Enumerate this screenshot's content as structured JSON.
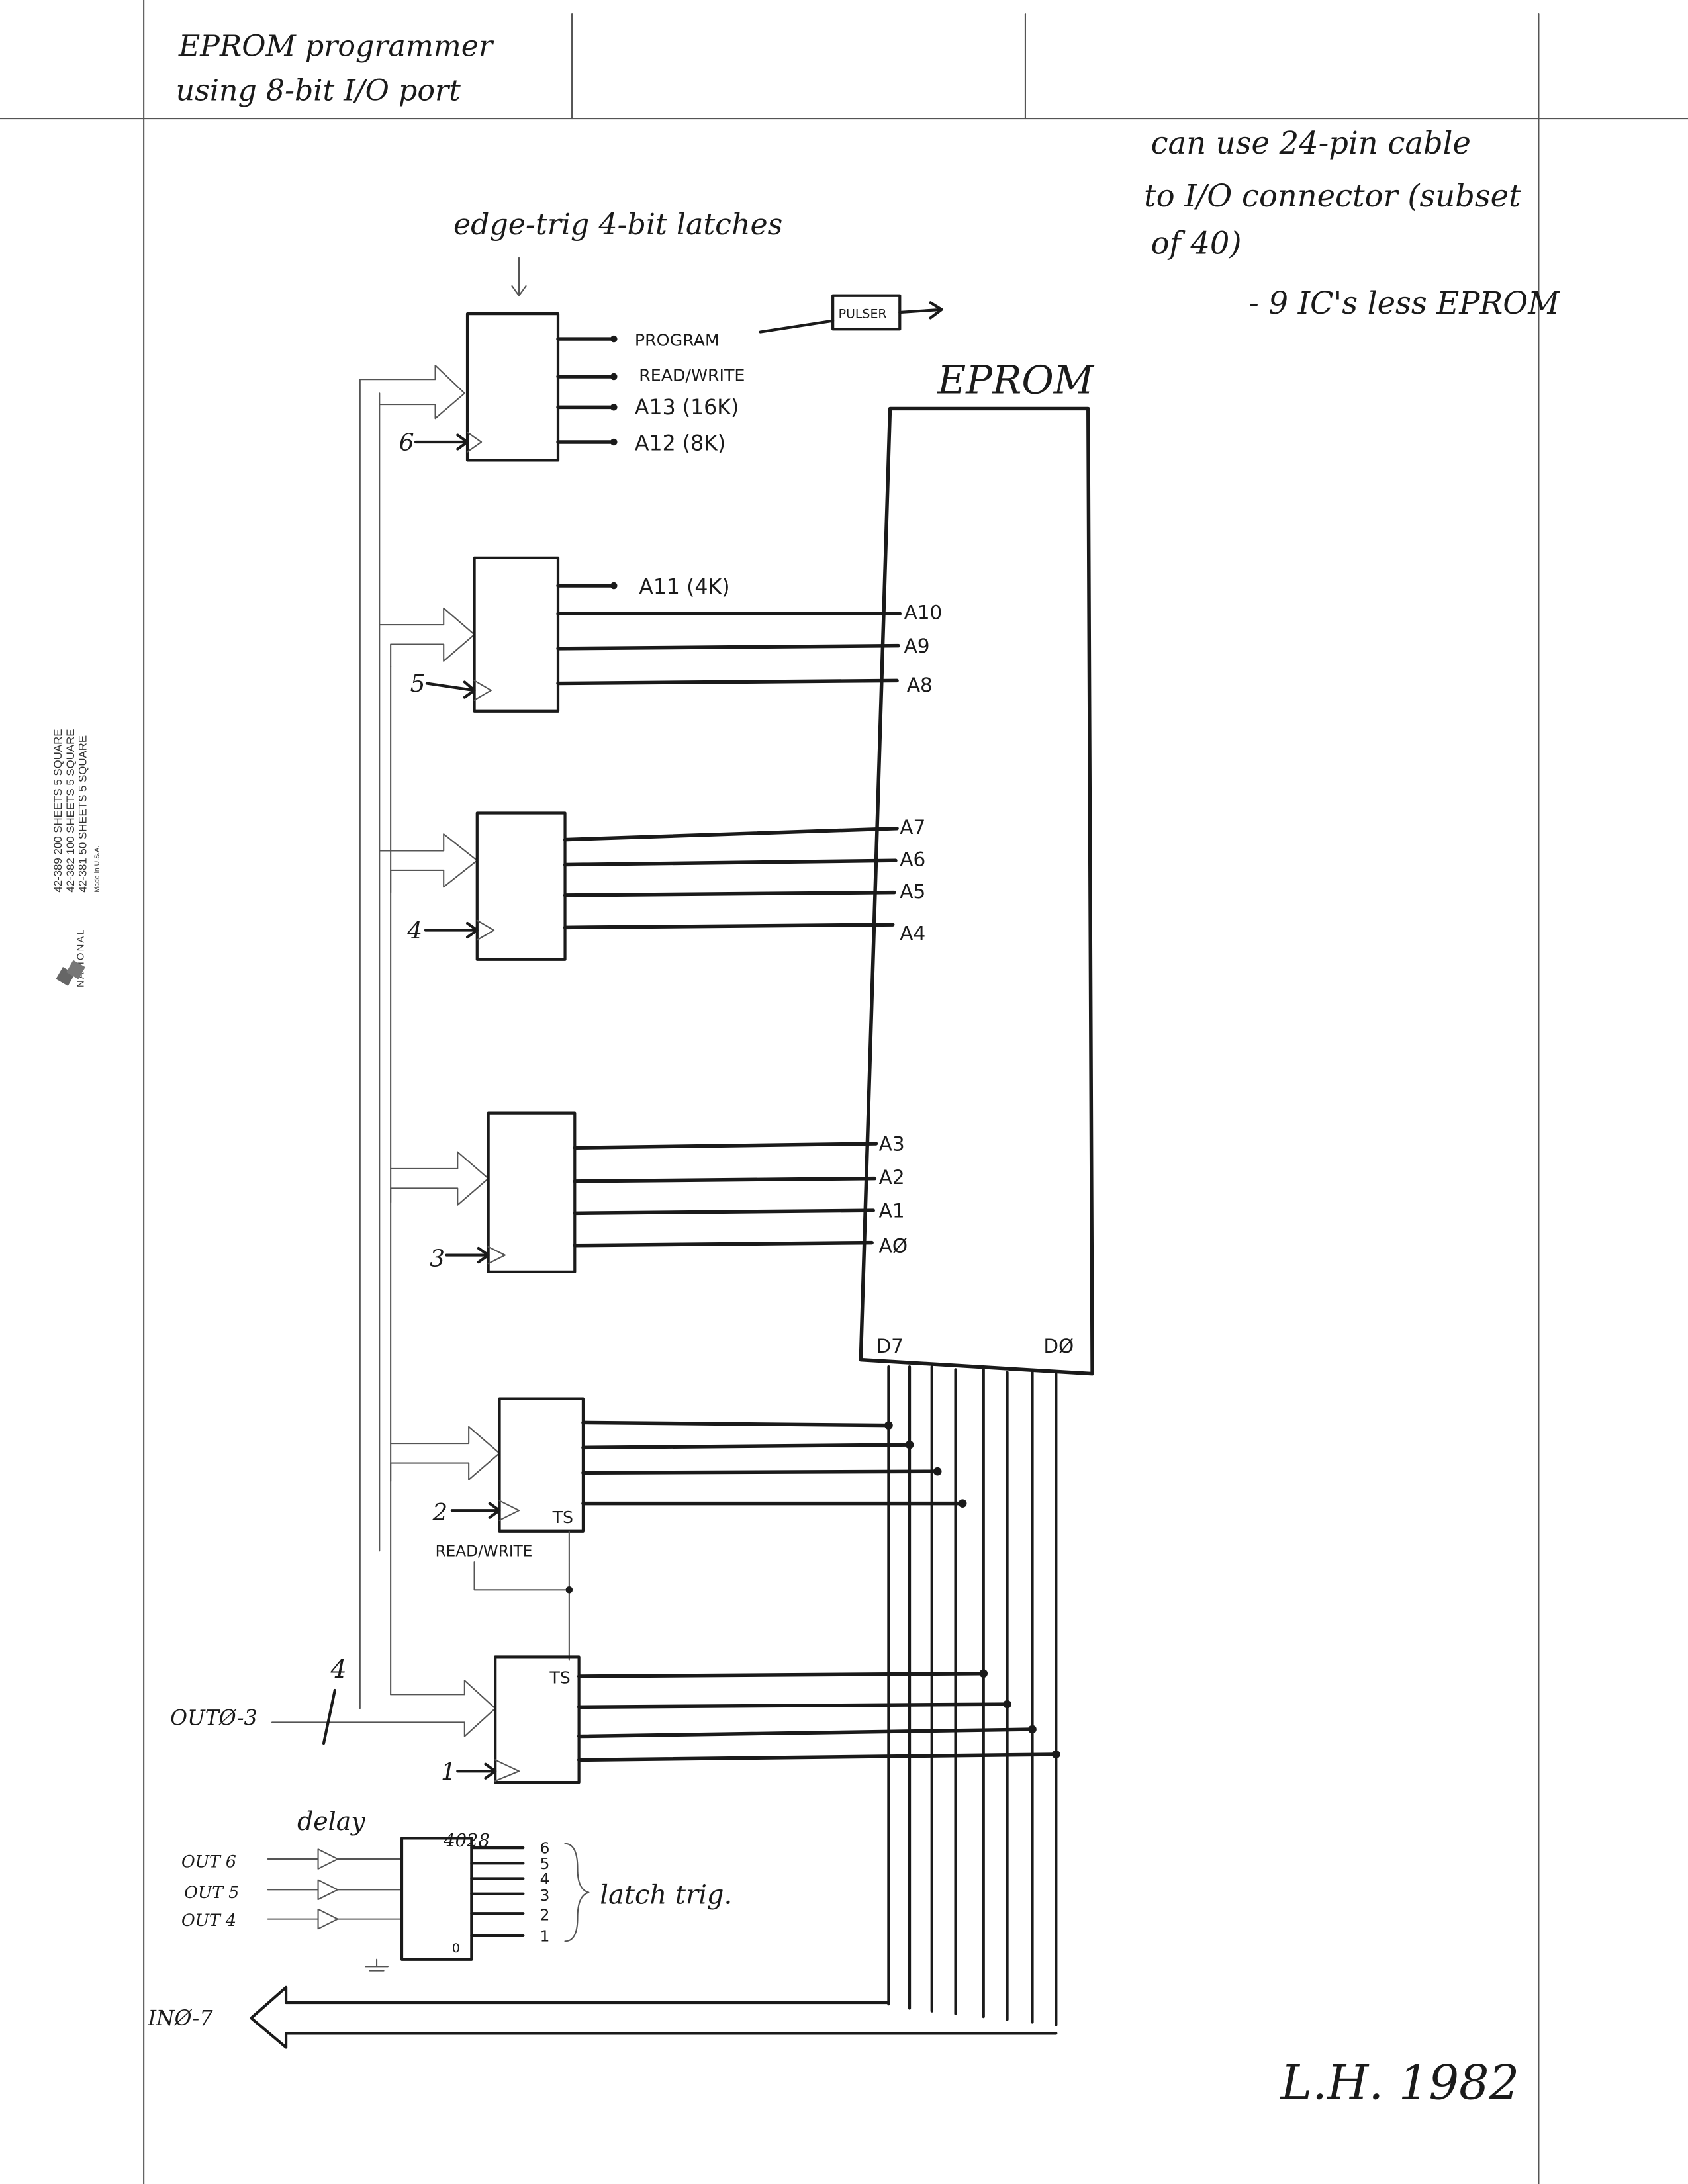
{
  "header": {
    "title_line1": "EPROM programmer",
    "title_line2": "using 8-bit I/O port"
  },
  "notes": {
    "line1": "can use 24-pin cable",
    "line2": "to I/O connector (subset",
    "line3": "of 40)",
    "line4": "- 9 IC's less EPROM"
  },
  "latch_caption": "edge-trig 4-bit latches",
  "latch1_outputs": [
    "PROGRAM",
    "READ/WRITE",
    "A13 (16K)",
    "A12 (8K)"
  ],
  "pulser": "PULSER",
  "eprom": {
    "label": "EPROM",
    "pins": [
      "A10",
      "A9",
      "A8",
      "A7",
      "A6",
      "A5",
      "A4",
      "A3",
      "A2",
      "A1",
      "AØ"
    ],
    "d7": "D7",
    "d0": "DØ"
  },
  "a11_label": "A11 (4K)",
  "clock_inputs": [
    "6",
    "5",
    "4",
    "3",
    "2",
    "1"
  ],
  "ts_label": "TS",
  "read_write": "READ/WRITE",
  "out_bus": {
    "label": "OUTØ-3",
    "width": "4"
  },
  "decoder": {
    "delay": "delay",
    "chip": "4028",
    "inputs": [
      "OUT 6",
      "OUT 5",
      "OUT 4"
    ],
    "outputs": [
      "6",
      "5",
      "4",
      "3",
      "2",
      "1"
    ],
    "zero": "0",
    "caption": "latch trig."
  },
  "in_bus": "INØ-7",
  "signature": "L.H. 1982",
  "paper_imprint": {
    "lines": [
      "42-381   50 SHEETS 5 SQUARE",
      "42-382  100 SHEETS 5 SQUARE",
      "42-389  200 SHEETS 5 SQUARE"
    ],
    "made": "Made in U.S.A.",
    "brand": "NATIONAL"
  }
}
